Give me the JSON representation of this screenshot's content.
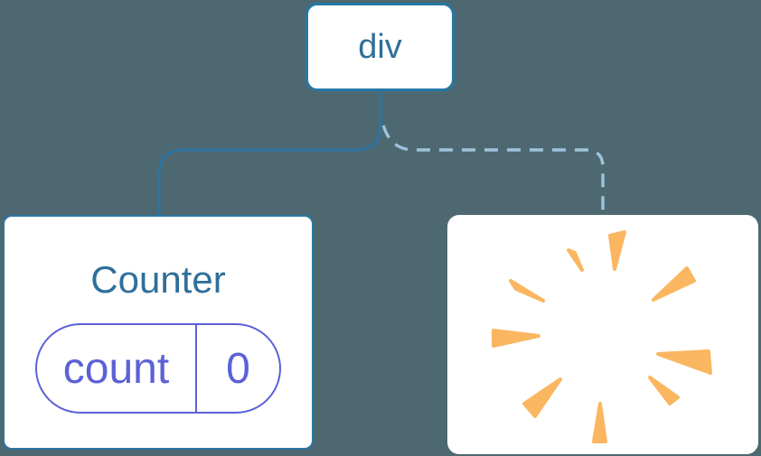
{
  "diagram": {
    "root": {
      "label": "div"
    },
    "counter": {
      "title": "Counter",
      "state_key": "count",
      "state_value": "0"
    },
    "removed": {
      "icon": "poof-burst"
    },
    "edges": [
      {
        "from": "div",
        "to": "Counter",
        "style": "solid"
      },
      {
        "from": "div",
        "to": "removed-child",
        "style": "dashed"
      }
    ]
  },
  "theme": {
    "canvas-bg": "#4D6871",
    "node-bg": "#FFFFFF",
    "node-border-blue": "#2478A4",
    "line-blue": "#2C74A1",
    "dash-blue": "#9EC3DB",
    "label-blue": "#2F7099",
    "state-purple": "#5C61D6",
    "poof-orange": "#FBB661"
  }
}
